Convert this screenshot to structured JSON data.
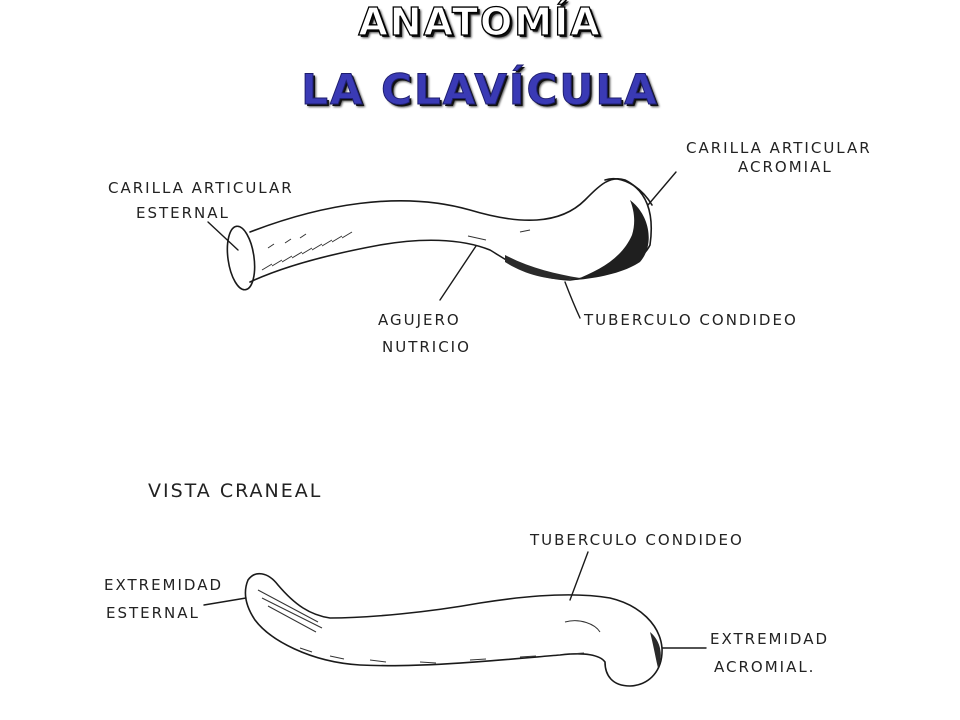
{
  "title": {
    "line1": "Anatomía",
    "line2": "La clavícula"
  },
  "colors": {
    "title_line2": "#3a3ab5",
    "ink": "#1a1a1a"
  },
  "upper_view": {
    "labels": {
      "sternal_facet_l1": "CARILLA ARTICULAR",
      "sternal_facet_l2": "ESTERNAL",
      "acromial_facet_l1": "CARILLA ARTICULAR",
      "acromial_facet_l2": "ACROMIAL",
      "nutrient_foramen_l1": "AGUJERO",
      "nutrient_foramen_l2": "NUTRICIO",
      "conoid_tubercle": "TUBERCULO CONDIDEO"
    }
  },
  "lower_view": {
    "caption": "VISTA CRANEAL",
    "labels": {
      "sternal_end_l1": "EXTREMIDAD",
      "sternal_end_l2": "ESTERNAL",
      "conoid_tubercle": "TUBERCULO CONDIDEO",
      "acromial_end_l1": "EXTREMIDAD",
      "acromial_end_l2": "ACROMIAL."
    }
  }
}
